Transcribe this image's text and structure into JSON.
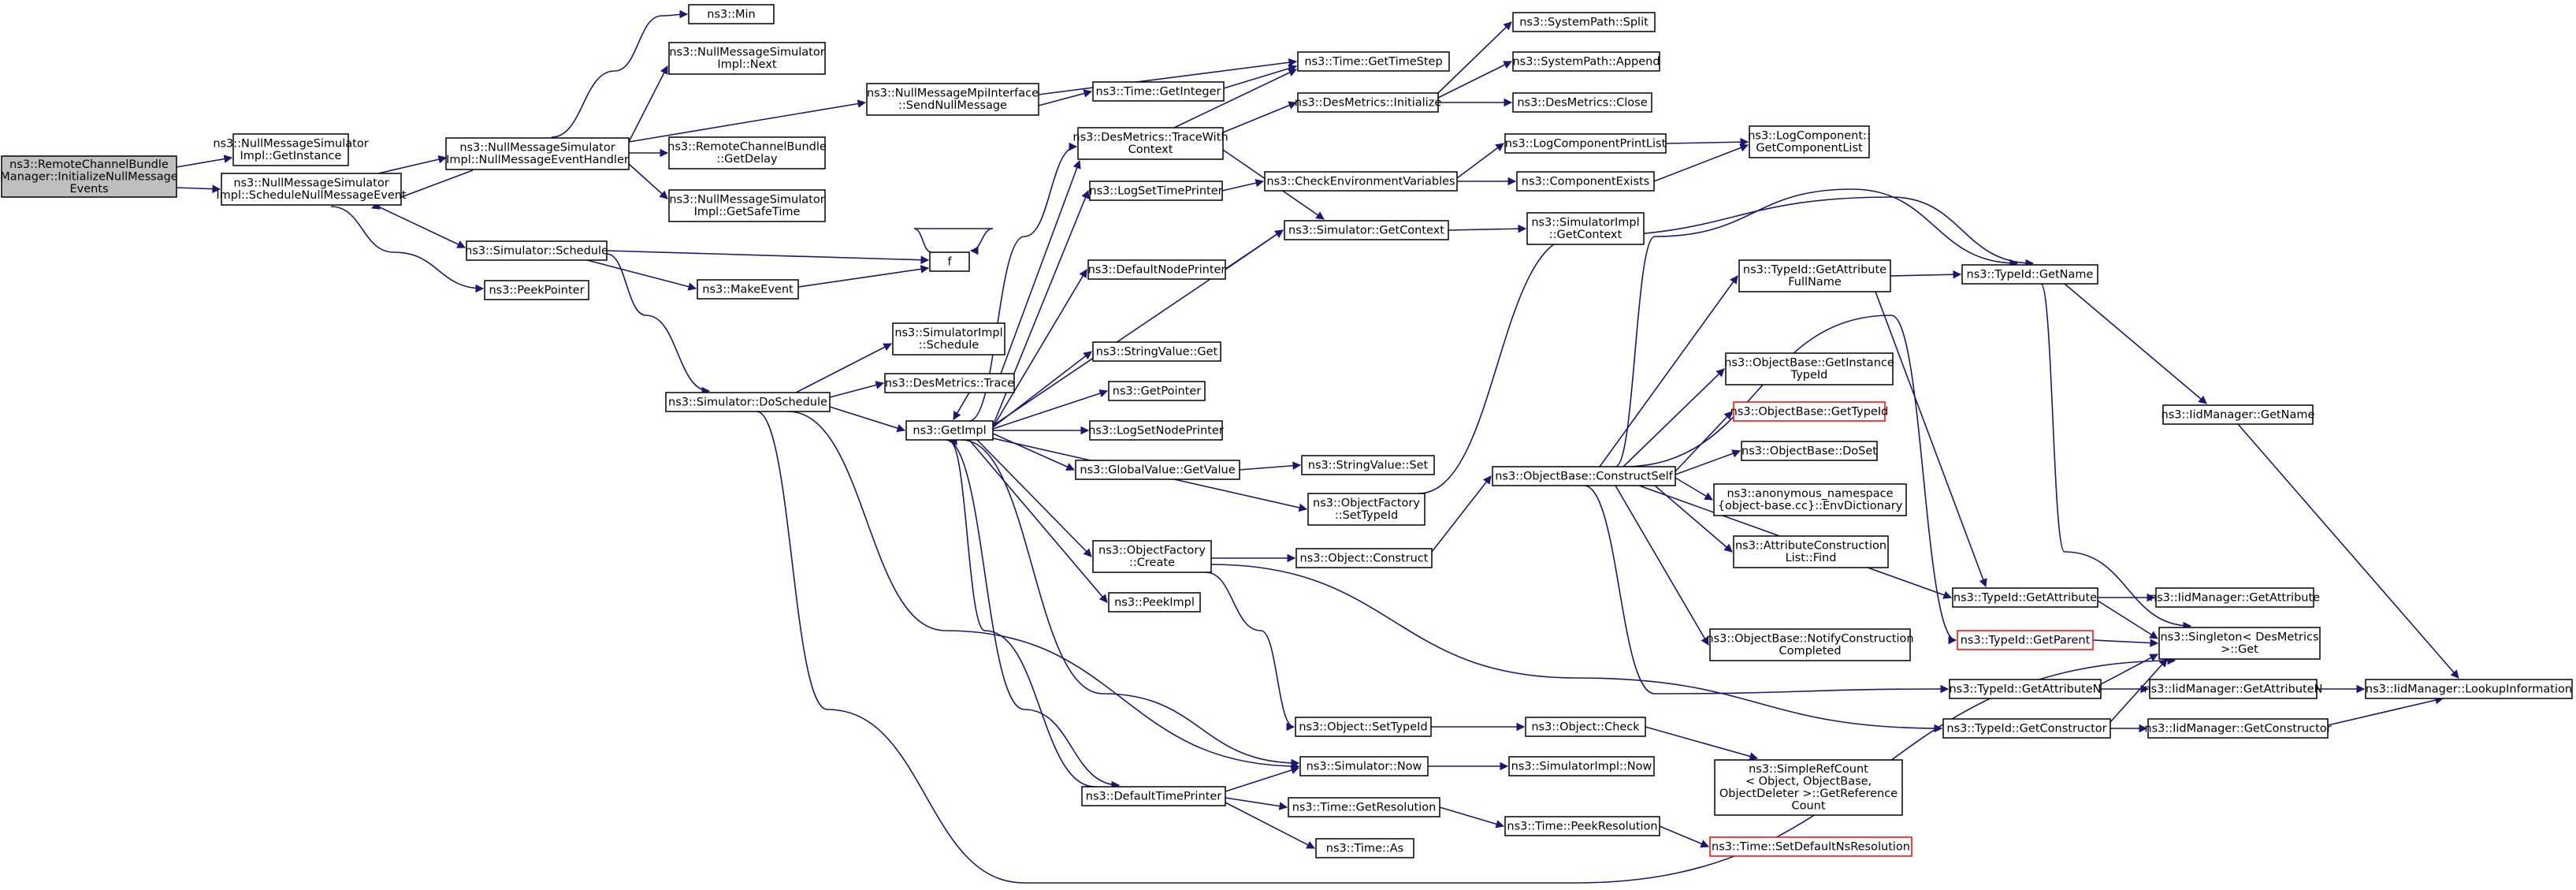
{
  "nodes": [
    {
      "id": "root",
      "lines": [
        "ns3::RemoteChannelBundle",
        "Manager::InitializeNullMessage",
        "Events"
      ],
      "root": true
    },
    {
      "id": "getinst",
      "lines": [
        "ns3::NullMessageSimulator",
        "Impl::GetInstance"
      ]
    },
    {
      "id": "sched_nm",
      "lines": [
        "ns3::NullMessageSimulator",
        "Impl::ScheduleNullMessageEvent"
      ]
    },
    {
      "id": "nmeh",
      "lines": [
        "ns3::NullMessageSimulator",
        "Impl::NullMessageEventHandler"
      ]
    },
    {
      "id": "min",
      "lines": [
        "ns3::Min"
      ]
    },
    {
      "id": "next",
      "lines": [
        "ns3::NullMessageSimulator",
        "Impl::Next"
      ]
    },
    {
      "id": "rcb_delay",
      "lines": [
        "ns3::RemoteChannelBundle",
        "::GetDelay"
      ]
    },
    {
      "id": "safetime",
      "lines": [
        "ns3::NullMessageSimulator",
        "Impl::GetSafeTime"
      ]
    },
    {
      "id": "sendnull",
      "lines": [
        "ns3::NullMessageMpiInterface",
        "::SendNullMessage"
      ]
    },
    {
      "id": "sim_sched",
      "lines": [
        "ns3::Simulator::Schedule"
      ]
    },
    {
      "id": "peekptr",
      "lines": [
        "ns3::PeekPointer"
      ]
    },
    {
      "id": "f",
      "lines": [
        "f"
      ]
    },
    {
      "id": "makeevent",
      "lines": [
        "ns3::MakeEvent"
      ]
    },
    {
      "id": "doschedule",
      "lines": [
        "ns3::Simulator::DoSchedule"
      ]
    },
    {
      "id": "simimpl_sched",
      "lines": [
        "ns3::SimulatorImpl",
        "::Schedule"
      ]
    },
    {
      "id": "desm_trace",
      "lines": [
        "ns3::DesMetrics::Trace"
      ]
    },
    {
      "id": "getimpl",
      "lines": [
        "ns3::GetImpl"
      ]
    },
    {
      "id": "time_getint",
      "lines": [
        "ns3::Time::GetInteger"
      ]
    },
    {
      "id": "gettimestep",
      "lines": [
        "ns3::Time::GetTimeStep"
      ]
    },
    {
      "id": "tracewith",
      "lines": [
        "ns3::DesMetrics::TraceWith",
        "Context"
      ]
    },
    {
      "id": "desm_init",
      "lines": [
        "ns3::DesMetrics::Initialize"
      ]
    },
    {
      "id": "sp_split",
      "lines": [
        "ns3::SystemPath::Split"
      ]
    },
    {
      "id": "sp_append",
      "lines": [
        "ns3::SystemPath::Append"
      ]
    },
    {
      "id": "desm_close",
      "lines": [
        "ns3::DesMetrics::Close"
      ]
    },
    {
      "id": "logsettime",
      "lines": [
        "ns3::LogSetTimePrinter"
      ]
    },
    {
      "id": "checkenv",
      "lines": [
        "ns3::CheckEnvironmentVariables"
      ]
    },
    {
      "id": "logcompprint",
      "lines": [
        "ns3::LogComponentPrintList"
      ]
    },
    {
      "id": "compexists",
      "lines": [
        "ns3::ComponentExists"
      ]
    },
    {
      "id": "getcomplist",
      "lines": [
        "ns3::LogComponent::",
        "GetComponentList"
      ]
    },
    {
      "id": "defnodeprinter",
      "lines": [
        "ns3::DefaultNodePrinter"
      ]
    },
    {
      "id": "sim_getctx",
      "lines": [
        "ns3::Simulator::GetContext"
      ]
    },
    {
      "id": "simimpl_getctx",
      "lines": [
        "ns3::SimulatorImpl",
        "::GetContext"
      ]
    },
    {
      "id": "strval_get",
      "lines": [
        "ns3::StringValue::Get"
      ]
    },
    {
      "id": "getpointer",
      "lines": [
        "ns3::GetPointer"
      ]
    },
    {
      "id": "logsetnode",
      "lines": [
        "ns3::LogSetNodePrinter"
      ]
    },
    {
      "id": "gv_getvalue",
      "lines": [
        "ns3::GlobalValue::GetValue"
      ]
    },
    {
      "id": "strval_set",
      "lines": [
        "ns3::StringValue::Set"
      ]
    },
    {
      "id": "of_settypeid",
      "lines": [
        "ns3::ObjectFactory",
        "::SetTypeId"
      ]
    },
    {
      "id": "of_create",
      "lines": [
        "ns3::ObjectFactory",
        "::Create"
      ]
    },
    {
      "id": "peekimpl",
      "lines": [
        "ns3::PeekImpl"
      ]
    },
    {
      "id": "obj_construct",
      "lines": [
        "ns3::Object::Construct"
      ]
    },
    {
      "id": "constructself",
      "lines": [
        "ns3::ObjectBase::ConstructSelf"
      ]
    },
    {
      "id": "tid_getattrfull",
      "lines": [
        "ns3::TypeId::GetAttribute",
        "FullName"
      ]
    },
    {
      "id": "tid_getname",
      "lines": [
        "ns3::TypeId::GetName"
      ]
    },
    {
      "id": "ob_getinsttid",
      "lines": [
        "ns3::ObjectBase::GetInstance",
        "TypeId"
      ]
    },
    {
      "id": "ob_gettypeid",
      "lines": [
        "ns3::ObjectBase::GetTypeId"
      ],
      "red": true
    },
    {
      "id": "ob_doset",
      "lines": [
        "ns3::ObjectBase::DoSet"
      ]
    },
    {
      "id": "envdict",
      "lines": [
        "ns3::anonymous_namespace",
        "{object-base.cc}::EnvDictionary"
      ]
    },
    {
      "id": "attrconstr",
      "lines": [
        "ns3::AttributeConstruction",
        "List::Find"
      ]
    },
    {
      "id": "notifyconstr",
      "lines": [
        "ns3::ObjectBase::NotifyConstruction",
        "Completed"
      ]
    },
    {
      "id": "iid_getname",
      "lines": [
        "ns3::IidManager::GetName"
      ]
    },
    {
      "id": "tid_getattr",
      "lines": [
        "ns3::TypeId::GetAttribute"
      ]
    },
    {
      "id": "iid_getattr",
      "lines": [
        "ns3::IidManager::GetAttribute"
      ]
    },
    {
      "id": "tid_getparent",
      "lines": [
        "ns3::TypeId::GetParent"
      ],
      "red": true
    },
    {
      "id": "singleton",
      "lines": [
        "ns3::Singleton< DesMetrics",
        "&gt;::Get"
      ]
    },
    {
      "id": "tid_getattrn",
      "lines": [
        "ns3::TypeId::GetAttributeN"
      ]
    },
    {
      "id": "iid_getattrn",
      "lines": [
        "ns3::IidManager::GetAttributeN"
      ]
    },
    {
      "id": "iid_lookup",
      "lines": [
        "ns3::IidManager::LookupInformation"
      ]
    },
    {
      "id": "tid_getconstr",
      "lines": [
        "ns3::TypeId::GetConstructor"
      ]
    },
    {
      "id": "iid_getconstr",
      "lines": [
        "ns3::IidManager::GetConstructor"
      ]
    },
    {
      "id": "obj_settypeid",
      "lines": [
        "ns3::Object::SetTypeId"
      ]
    },
    {
      "id": "obj_check",
      "lines": [
        "ns3::Object::Check"
      ]
    },
    {
      "id": "refcount",
      "lines": [
        "ns3::SimpleRefCount",
        "< Object, ObjectBase,",
        "ObjectDeleter >::GetReference",
        "Count"
      ]
    },
    {
      "id": "sim_now",
      "lines": [
        "ns3::Simulator::Now"
      ]
    },
    {
      "id": "simimpl_now",
      "lines": [
        "ns3::SimulatorImpl::Now"
      ]
    },
    {
      "id": "deftimeprinter",
      "lines": [
        "ns3::DefaultTimePrinter"
      ]
    },
    {
      "id": "time_getres",
      "lines": [
        "ns3::Time::GetResolution"
      ]
    },
    {
      "id": "time_peekres",
      "lines": [
        "ns3::Time::PeekResolution"
      ]
    },
    {
      "id": "time_setdef",
      "lines": [
        "ns3::Time::SetDefaultNsResolution"
      ],
      "red": true
    },
    {
      "id": "time_as",
      "lines": [
        "ns3::Time::As"
      ]
    }
  ]
}
